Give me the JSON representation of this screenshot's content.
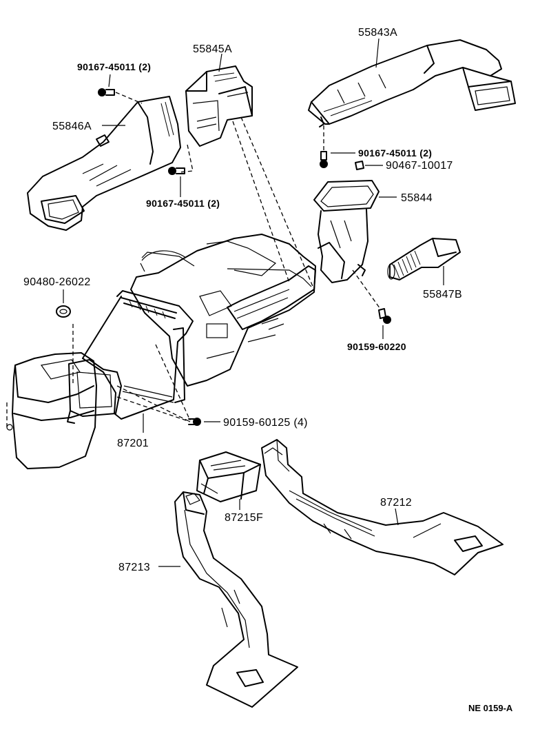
{
  "labels": {
    "p55843a": "55843A",
    "p55845a": "55845A",
    "p90167_top_left": "90167-45011 (2)",
    "p55846a": "55846A",
    "p90167_mid_left": "90167-45011 (2)",
    "p90167_right": "90167-45011 (2)",
    "p90467": "90467-10017",
    "p55844": "55844",
    "p55847b": "55847B",
    "p90480": "90480-26022",
    "p90159_60220": "90159-60220",
    "p90159_60125": "90159-60125 (4)",
    "p87201": "87201",
    "p87215f": "87215F",
    "p87212": "87212",
    "p87213": "87213"
  },
  "reference_code": "NE 0159-A"
}
